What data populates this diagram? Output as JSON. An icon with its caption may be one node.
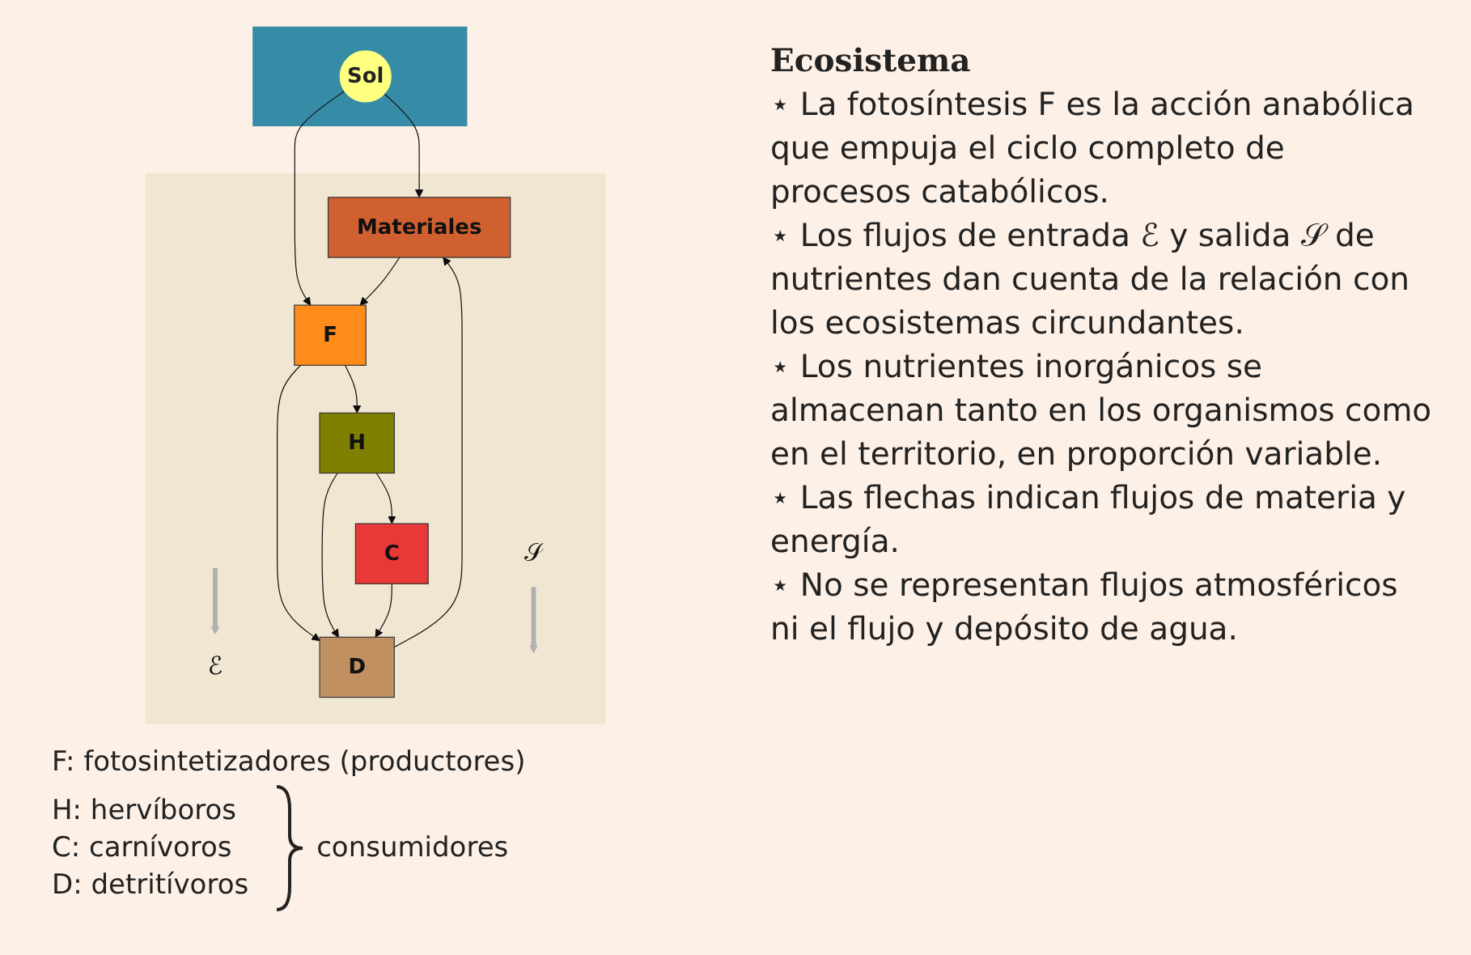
{
  "diagram": {
    "nodes": [
      {
        "text": [],
        "shape": "box"
      },
      {
        "text": [
          "Sol"
        ],
        "in": 0
      },
      {
        "text": [],
        "shape": "box"
      },
      {
        "text": [
          "ℰ"
        ],
        "in": 2
      },
      {
        "text": [
          "𝒮"
        ],
        "in": 2
      },
      {
        "text": [
          "D"
        ],
        "in": 2
      },
      {
        "text": [
          "F"
        ],
        "in": 2
      },
      {
        "text": [
          "Materiales"
        ],
        "in": 2
      },
      {
        "text": [
          "C"
        ],
        "in": 2
      },
      {
        "text": [
          "H"
        ],
        "in": 2
      }
    ],
    "edges": [
      {
        "from": null,
        "to": 3,
        "arrow": "to",
        "style": "thick",
        "color": "#b0b0b0"
      },
      {
        "from": 4,
        "to": null,
        "arrow": "to",
        "style": "thick",
        "color": "#b0b0b0"
      },
      {
        "from": 1,
        "to": 7,
        "arrow": "to"
      },
      {
        "from": 1,
        "to": 6,
        "arrow": "to"
      },
      {
        "from": 5,
        "to": 7,
        "arrow": "to"
      },
      {
        "from": 7,
        "to": 6,
        "arrow": "to"
      },
      {
        "from": 6,
        "to": 9,
        "arrow": "to"
      },
      {
        "from": 6,
        "to": 5,
        "arrow": "to"
      },
      {
        "from": 9,
        "to": 5,
        "arrow": "to"
      },
      {
        "from": 9,
        "to": 8,
        "arrow": "to"
      },
      {
        "from": 8,
        "to": 5,
        "arrow": "to"
      }
    ],
    "labels": [
      "Ecosistema",
      "⋆ La fotosíntesis F es la acción anabólica que empuja el ciclo completo de procesos catabólicos.",
      "⋆ Los flujos de entrada ℰ y salida 𝒮 de nutrientes dan cuenta de la relación con los ecosistemas circundantes.",
      "⋆ Los nutrientes inorgánicos se almacenan tanto en los organismos como en el territorio, en proporción variable.",
      "⋆ Las flechas indican flujos de materia y energía.",
      "⋆ No se representan flujos atmosféricos ni el flujo y depósito de agua.",
      "F: fotosintetizadores (productores)",
      "H: hervíboros",
      "C: carnívoros",
      "D: detritívoros",
      "consumidores"
    ]
  }
}
